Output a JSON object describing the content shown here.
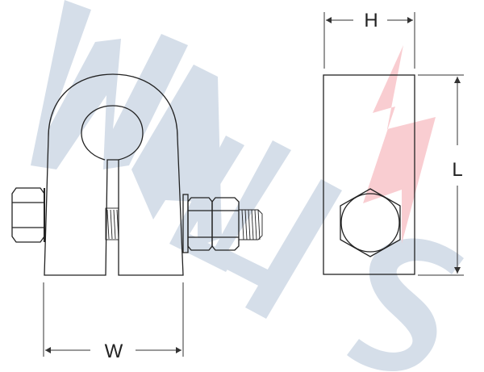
{
  "diagram": {
    "subject": "Cable clamp with bolt and nuts — front and side views",
    "watermark": {
      "text": "WALLIS",
      "color": "#d5dee9",
      "logo": "lightning-bolt-icon",
      "logo_color": "#f8c8cc"
    },
    "colors": {
      "line": "#222222",
      "dimension": "#333333",
      "background": "#ffffff"
    },
    "views": [
      {
        "name": "front-view",
        "parts": [
          "clamp-body",
          "cable-hole",
          "slot",
          "bolt-head",
          "threaded-shank",
          "washer",
          "nut",
          "lock-nut",
          "bolt-tail"
        ]
      },
      {
        "name": "side-view",
        "parts": [
          "clamp-body-side",
          "hex-nut-face"
        ]
      }
    ],
    "dimensions": {
      "width_label": "W",
      "height_label": "H",
      "length_label": "L"
    }
  }
}
